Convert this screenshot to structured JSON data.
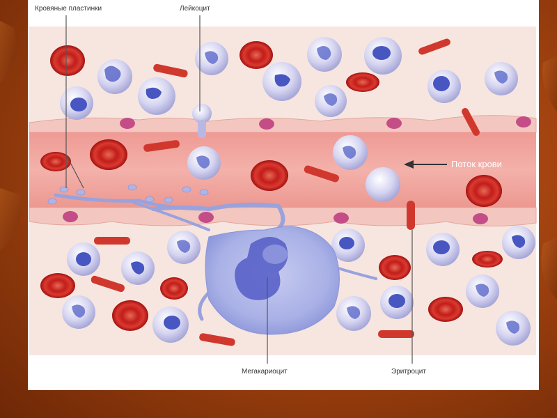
{
  "labels": {
    "platelets": "Кровяные пластинки",
    "leukocyte": "Лейкоцит",
    "flow": "Поток крови",
    "megakaryocyte": "Мегакариоцит",
    "erythrocyte": "Эритроцит"
  },
  "colors": {
    "background": "#a54410",
    "vessel": "#f0a8a0",
    "tissue": "#f4ddd6",
    "rbc": "#d42a25",
    "wbc": "#c9c8ee",
    "nucleus": "#4a58c4"
  }
}
